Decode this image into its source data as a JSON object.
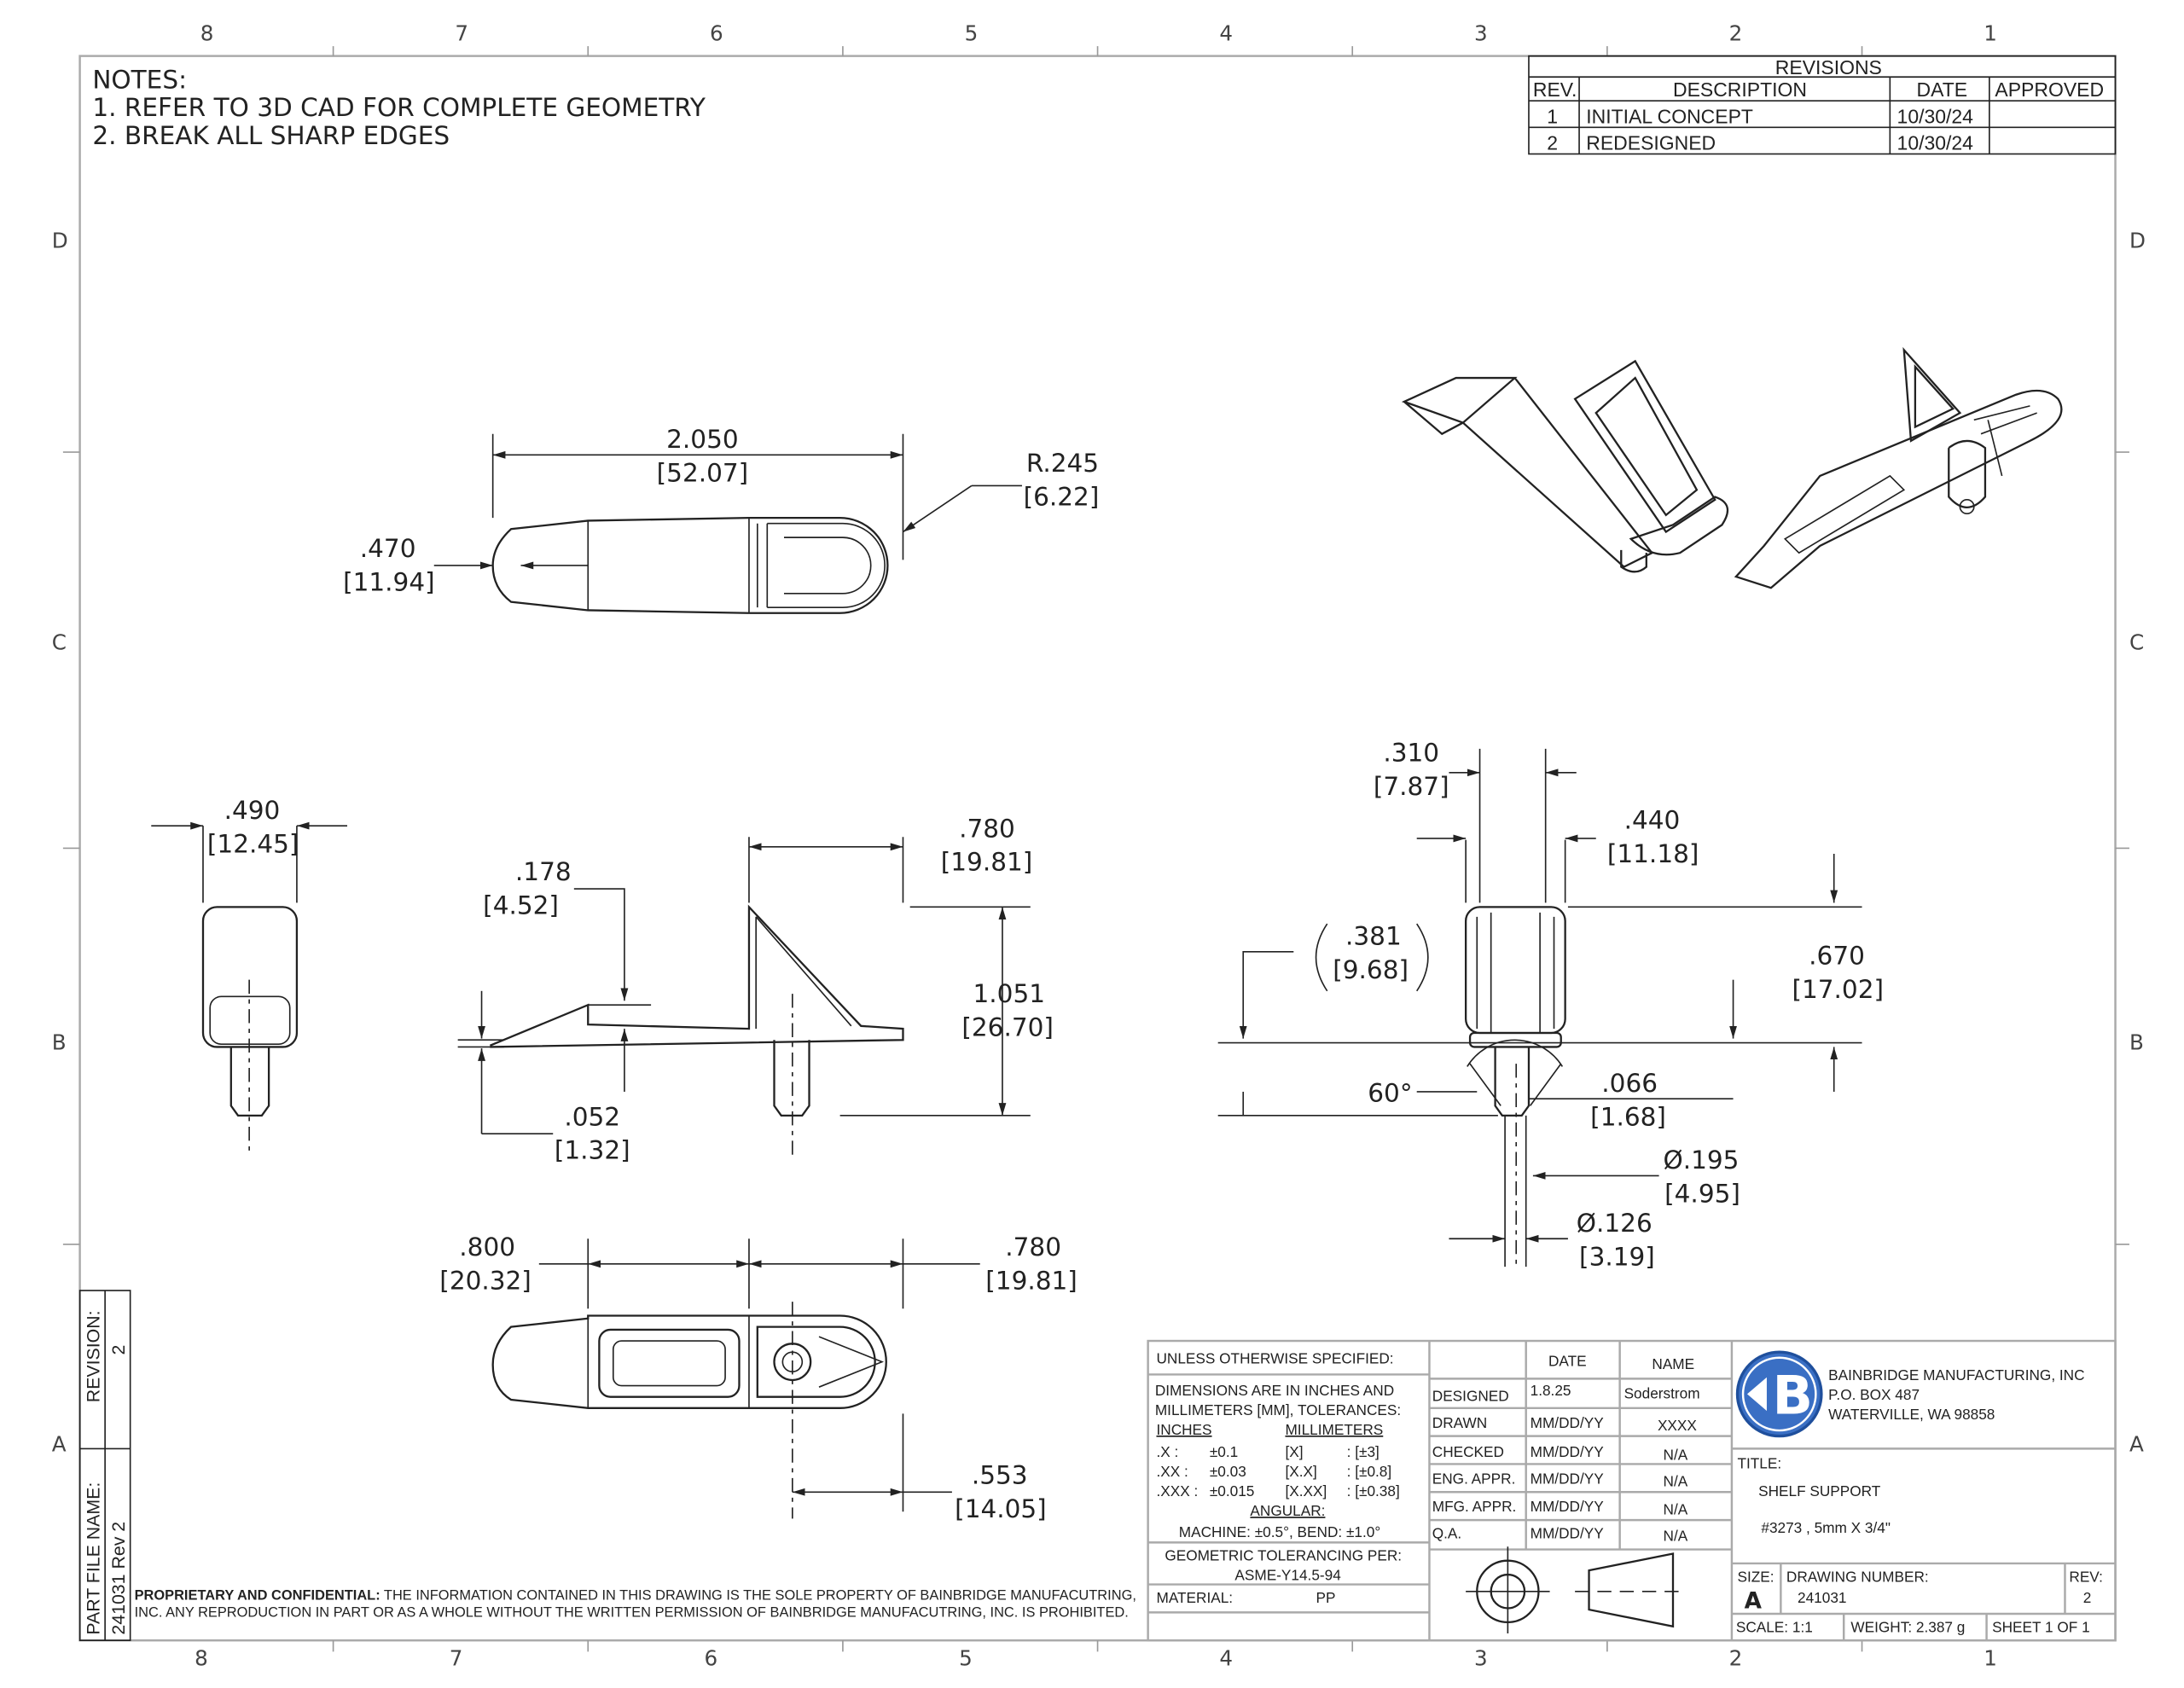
{
  "zones_top": [
    "8",
    "7",
    "6",
    "5",
    "4",
    "3",
    "2",
    "1"
  ],
  "zones_side": [
    "D",
    "C",
    "B",
    "A"
  ],
  "notes": {
    "title": "NOTES:",
    "items": [
      "1.  REFER TO 3D CAD FOR COMPLETE GEOMETRY",
      "2.  BREAK ALL SHARP EDGES"
    ]
  },
  "revisions": {
    "title": "REVISIONS",
    "headers": [
      "REV.",
      "DESCRIPTION",
      "DATE",
      "APPROVED"
    ],
    "rows": [
      {
        "rev": "1",
        "desc": "INITIAL CONCEPT",
        "date": "10/30/24",
        "approved": ""
      },
      {
        "rev": "2",
        "desc": "REDESIGNED",
        "date": "10/30/24",
        "approved": ""
      }
    ]
  },
  "dimensions": {
    "top_len": {
      "in": "2.050",
      "mm": "[52.07]"
    },
    "top_r": {
      "in": "R.245",
      "mm": "[6.22]"
    },
    "top_w": {
      "in": ".470",
      "mm": "[11.94]"
    },
    "end_w": {
      "in": ".490",
      "mm": "[12.45]"
    },
    "side_178": {
      "in": ".178",
      "mm": "[4.52]"
    },
    "side_052": {
      "in": ".052",
      "mm": "[1.32]"
    },
    "side_780": {
      "in": ".780",
      "mm": "[19.81]"
    },
    "side_1051": {
      "in": "1.051",
      "mm": "[26.70]"
    },
    "r_310": {
      "in": ".310",
      "mm": "[7.87]"
    },
    "r_440": {
      "in": ".440",
      "mm": "[11.18]"
    },
    "r_381": {
      "in": ".381",
      "mm": "[9.68]"
    },
    "r_670": {
      "in": ".670",
      "mm": "[17.02]"
    },
    "r_60": "60°",
    "r_066": {
      "in": ".066",
      "mm": "[1.68]"
    },
    "r_195": {
      "in": "Ø.195",
      "mm": "[4.95]"
    },
    "r_126": {
      "in": "Ø.126",
      "mm": "[3.19]"
    },
    "b_800": {
      "in": ".800",
      "mm": "[20.32]"
    },
    "b_780": {
      "in": ".780",
      "mm": "[19.81]"
    },
    "b_553": {
      "in": ".553",
      "mm": "[14.05]"
    }
  },
  "side_block": {
    "revision_label": "REVISION:",
    "revision": "2",
    "file_label": "PART FILE NAME:",
    "file": "241031 Rev 2"
  },
  "proprietary": {
    "bold": "PROPRIETARY AND CONFIDENTIAL:",
    "line1": " THE INFORMATION CONTAINED IN THIS DRAWING IS THE SOLE PROPERTY OF BAINBRIDGE MANUFACUTRING, INC.",
    "line2": "ANY REPRODUCTION IN PART OR AS A WHOLE WITHOUT THE WRITTEN PERMISSION OF BAINBRIDGE MANUFACUTRING, INC. IS PROHIBITED."
  },
  "tolerances": {
    "header": "UNLESS OTHERWISE SPECIFIED:",
    "line1": "DIMENSIONS ARE IN INCHES AND",
    "line2": "MILLIMETERS [MM], TOLERANCES:",
    "inches": "INCHES",
    "millimeters": "MILLIMETERS",
    "rows": [
      {
        "k": ".X :",
        "v": "±0.1",
        "mk": "[X]",
        "mv": ": [±3]"
      },
      {
        "k": ".XX :",
        "v": "±0.03",
        "mk": "[X.X]",
        "mv": ": [±0.8]"
      },
      {
        "k": ".XXX :",
        "v": "±0.015",
        "mk": "[X.XX]",
        "mv": ": [±0.38]"
      }
    ],
    "angular": "ANGULAR:",
    "machine": "MACHINE: ±0.5°, BEND: ±1.0°",
    "gdt": "GEOMETRIC TOLERANCING PER:",
    "gdt_std": "ASME-Y14.5-94",
    "material_label": "MATERIAL:",
    "material": "PP"
  },
  "approvals": {
    "headers": [
      "DATE",
      "NAME"
    ],
    "rows": [
      {
        "role": "DESIGNED",
        "date": "1.8.25",
        "name": "Soderstrom"
      },
      {
        "role": "DRAWN",
        "date": "MM/DD/YY",
        "name": "XXXX"
      },
      {
        "role": "CHECKED",
        "date": "MM/DD/YY",
        "name": "N/A"
      },
      {
        "role": "ENG. APPR.",
        "date": "MM/DD/YY",
        "name": "N/A"
      },
      {
        "role": "MFG. APPR.",
        "date": "MM/DD/YY",
        "name": "N/A"
      },
      {
        "role": "Q.A.",
        "date": "MM/DD/YY",
        "name": "N/A"
      }
    ]
  },
  "company": {
    "logo_text": "B",
    "name": "BAINBRIDGE MANUFACTURING, INC",
    "address1": "P.O. BOX 487",
    "address2": "WATERVILLE, WA 98858",
    "logo_color": "#3a6fc4"
  },
  "title_block": {
    "title_label": "TITLE:",
    "title": "SHELF SUPPORT",
    "subtitle": "#3273   ,   5mm X 3/4\"",
    "size_label": "SIZE:",
    "size": "A",
    "dwg_label": "DRAWING NUMBER:",
    "dwg": "241031",
    "rev_label": "REV:",
    "rev": "2",
    "scale": "SCALE: 1:1",
    "weight": "WEIGHT: 2.387 g",
    "sheet": "SHEET 1 OF 1"
  }
}
